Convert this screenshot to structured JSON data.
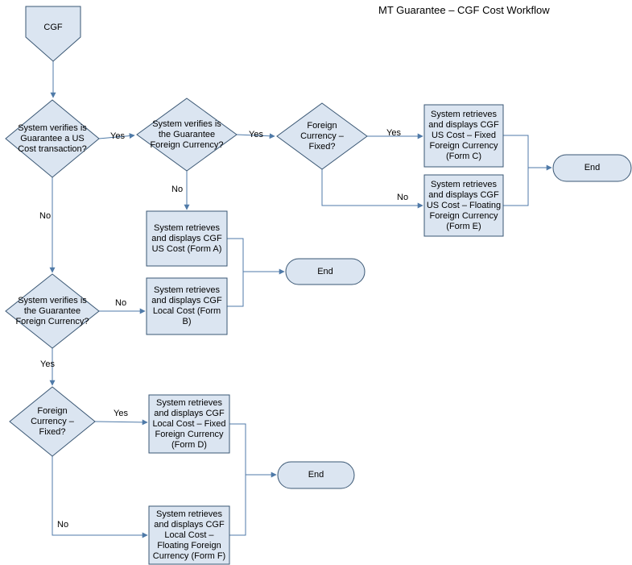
{
  "title": "MT Guarantee – CGF Cost Workflow",
  "colors": {
    "shape_fill": "#dbe5f1",
    "shape_stroke": "#3a5774",
    "connector": "#4f7aa8",
    "text": "#000000",
    "background": "#ffffff"
  },
  "nodes": {
    "start": {
      "type": "start",
      "label": "CGF"
    },
    "check_us_cost": {
      "type": "decision",
      "label": "System verifies is\nGuarantee a US\nCost transaction?"
    },
    "check_foreign_currency_us": {
      "type": "decision",
      "label": "System verifies is\nthe Guarantee\nForeign Currency?"
    },
    "check_fixed_us": {
      "type": "decision",
      "label": "Foreign\nCurrency –\nFixed?"
    },
    "form_c": {
      "type": "process",
      "label": "System retrieves\nand displays CGF\nUS Cost – Fixed\nForeign Currency\n(Form C)"
    },
    "form_e": {
      "type": "process",
      "label": "System retrieves\nand displays CGF\nUS Cost – Floating\nForeign Currency\n(Form E)"
    },
    "end_us": {
      "type": "terminator",
      "label": "End"
    },
    "form_a": {
      "type": "process",
      "label": "System retrieves\nand displays CGF\nUS Cost (Form A)"
    },
    "check_foreign_currency_local": {
      "type": "decision",
      "label": "System verifies is\nthe Guarantee\nForeign Currency?"
    },
    "form_b": {
      "type": "process",
      "label": "System retrieves\nand displays CGF\nLocal Cost (Form\nB)"
    },
    "end_mid": {
      "type": "terminator",
      "label": "End"
    },
    "check_fixed_local": {
      "type": "decision",
      "label": "Foreign\nCurrency –\nFixed?"
    },
    "form_d": {
      "type": "process",
      "label": "System retrieves\nand displays CGF\nLocal Cost – Fixed\nForeign Currency\n(Form D)"
    },
    "form_f": {
      "type": "process",
      "label": "System retrieves\nand displays CGF\nLocal  Cost –\nFloating Foreign\nCurrency (Form F)"
    },
    "end_bottom": {
      "type": "terminator",
      "label": "End"
    }
  },
  "edge_labels": {
    "us_cost_yes": "Yes",
    "us_cost_no": "No",
    "foreign_us_yes": "Yes",
    "foreign_us_no": "No",
    "fixed_us_yes": "Yes",
    "fixed_us_no": "No",
    "foreign_local_no": "No",
    "foreign_local_yes": "Yes",
    "fixed_local_yes": "Yes",
    "fixed_local_no": "No"
  }
}
